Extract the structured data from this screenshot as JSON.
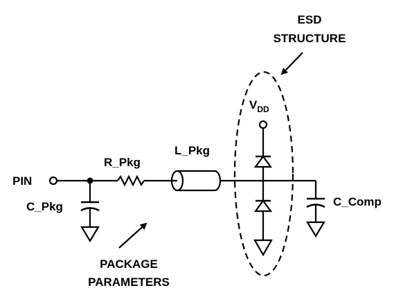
{
  "labels": {
    "pin": "PIN",
    "r_pkg": "R_Pkg",
    "l_pkg": "L_Pkg",
    "c_pkg": "C_Pkg",
    "c_comp": "C_Comp",
    "vdd_main": "V",
    "vdd_sub": "DD",
    "esd_line1": "ESD",
    "esd_line2": "STRUCTURE",
    "pkg_line1": "PACKAGE",
    "pkg_line2": "PARAMETERS"
  }
}
